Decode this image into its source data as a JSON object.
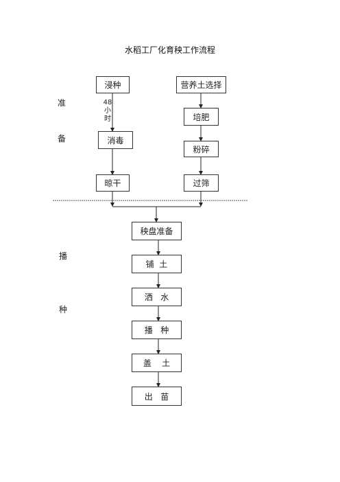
{
  "title": "水稻工厂化育秧工作流程",
  "sections": {
    "prep_top": "准",
    "prep_bottom": "备",
    "sow_top": "播",
    "sow_bottom": "种"
  },
  "left_column": {
    "soak": "浸种",
    "note": [
      "48",
      "小",
      "时"
    ],
    "disinfect": "消毒",
    "dry": "晾干"
  },
  "right_column": {
    "soil_select": "营养土选择",
    "fertilize": "培肥",
    "crush": "粉碎",
    "sieve": "过筛"
  },
  "main_column": [
    "秧盘准备",
    "铺  土",
    "洒   水",
    "播   种",
    "盖    土",
    "出   苗"
  ],
  "colors": {
    "line": "#222222",
    "box_border": "#333333"
  }
}
